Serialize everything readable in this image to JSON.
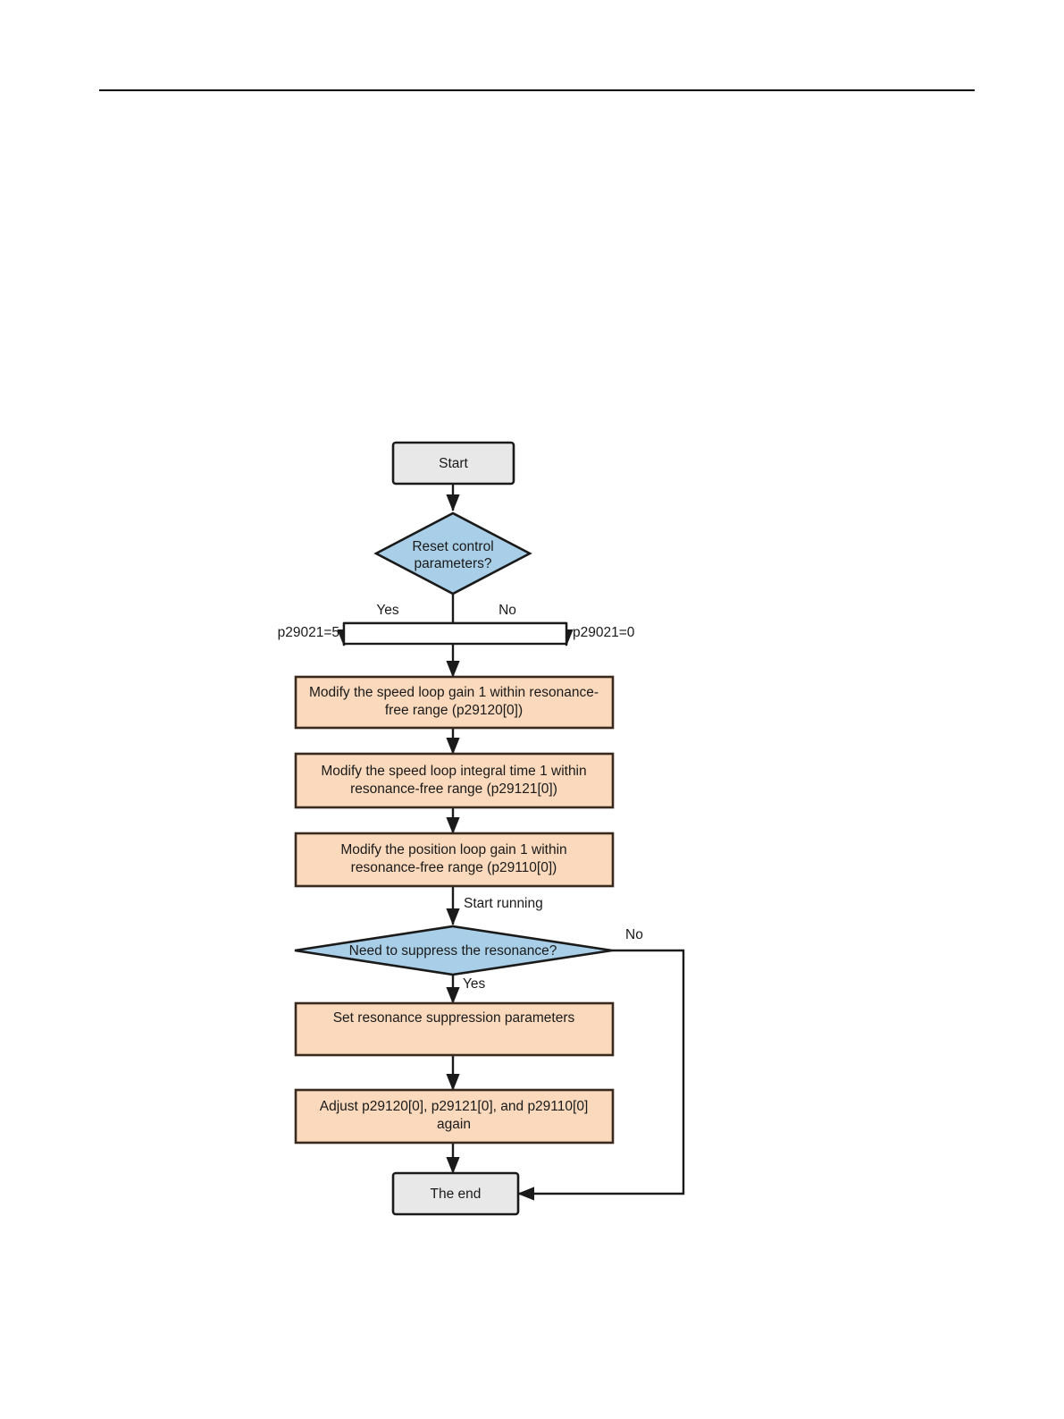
{
  "page": {
    "background_color": "#ffffff",
    "header_rule_color": "#000000"
  },
  "palette": {
    "terminator_fill": "#e8e8e8",
    "decision_fill": "#a9cfe8",
    "process_fill": "#fad9bc",
    "line_color": "#1a1a1a"
  },
  "chart_data": {
    "type": "diagram",
    "diagram_kind": "flowchart",
    "title": "",
    "orientation": "top-to-bottom",
    "nodes": [
      {
        "id": "start",
        "shape": "terminator",
        "label": "Start"
      },
      {
        "id": "d1",
        "shape": "decision",
        "label": "Reset control parameters?"
      },
      {
        "id": "merge",
        "shape": "bar",
        "label": ""
      },
      {
        "id": "p1",
        "shape": "process",
        "label": "Modify the speed loop gain 1 within resonance-free range (p29120[0])"
      },
      {
        "id": "p2",
        "shape": "process",
        "label": "Modify the speed loop integral time 1 within resonance-free range (p29121[0])"
      },
      {
        "id": "p3",
        "shape": "process",
        "label": "Modify the position loop gain 1 within resonance-free range (p29110[0])"
      },
      {
        "id": "d2",
        "shape": "decision",
        "label": "Need to suppress the resonance?"
      },
      {
        "id": "p4",
        "shape": "process",
        "label": "Set resonance suppression parameters"
      },
      {
        "id": "p5",
        "shape": "process",
        "label": "Adjust p29120[0], p29121[0], and p29110[0] again"
      },
      {
        "id": "end",
        "shape": "terminator",
        "label": "The end"
      }
    ],
    "edges": [
      {
        "from": "start",
        "to": "d1",
        "label": ""
      },
      {
        "from": "d1",
        "to": "merge",
        "label": "Yes",
        "side_label": "p29021=5",
        "branch": "left"
      },
      {
        "from": "d1",
        "to": "merge",
        "label": "No",
        "side_label": "p29021=0",
        "branch": "right"
      },
      {
        "from": "merge",
        "to": "p1",
        "label": ""
      },
      {
        "from": "p1",
        "to": "p2",
        "label": ""
      },
      {
        "from": "p2",
        "to": "p3",
        "label": ""
      },
      {
        "from": "p3",
        "to": "d2",
        "label": "Start running"
      },
      {
        "from": "d2",
        "to": "p4",
        "label": "Yes"
      },
      {
        "from": "d2",
        "to": "end",
        "label": "No",
        "routing": "right-around"
      },
      {
        "from": "p4",
        "to": "p5",
        "label": ""
      },
      {
        "from": "p5",
        "to": "end",
        "label": ""
      }
    ]
  },
  "nodes": {
    "start": {
      "label": "Start"
    },
    "decision_reset": {
      "line1": "Reset control",
      "line2": "parameters?"
    },
    "process_speed_gain": {
      "line1": "Modify the speed loop gain 1 within resonance-",
      "line2": "free range (p29120[0])"
    },
    "process_speed_integral": {
      "line1": "Modify the speed loop integral time 1 within",
      "line2": "resonance-free range (p29121[0])"
    },
    "process_position_gain": {
      "line1": "Modify the position loop gain 1 within",
      "line2": "resonance-free range (p29110[0])"
    },
    "decision_resonance": {
      "line1": "Need to suppress the resonance?"
    },
    "process_set_suppression": {
      "line1": "Set resonance suppression parameters"
    },
    "process_adjust_again": {
      "line1": "Adjust p29120[0], p29121[0], and p29110[0]",
      "line2": "again"
    },
    "end": {
      "label": "The end"
    }
  },
  "edge_labels": {
    "yes_reset": "Yes",
    "no_reset": "No",
    "param_yes": "p29021=5",
    "param_no": "p29021=0",
    "start_running": "Start running",
    "no_resonance": "No",
    "yes_resonance": "Yes"
  }
}
